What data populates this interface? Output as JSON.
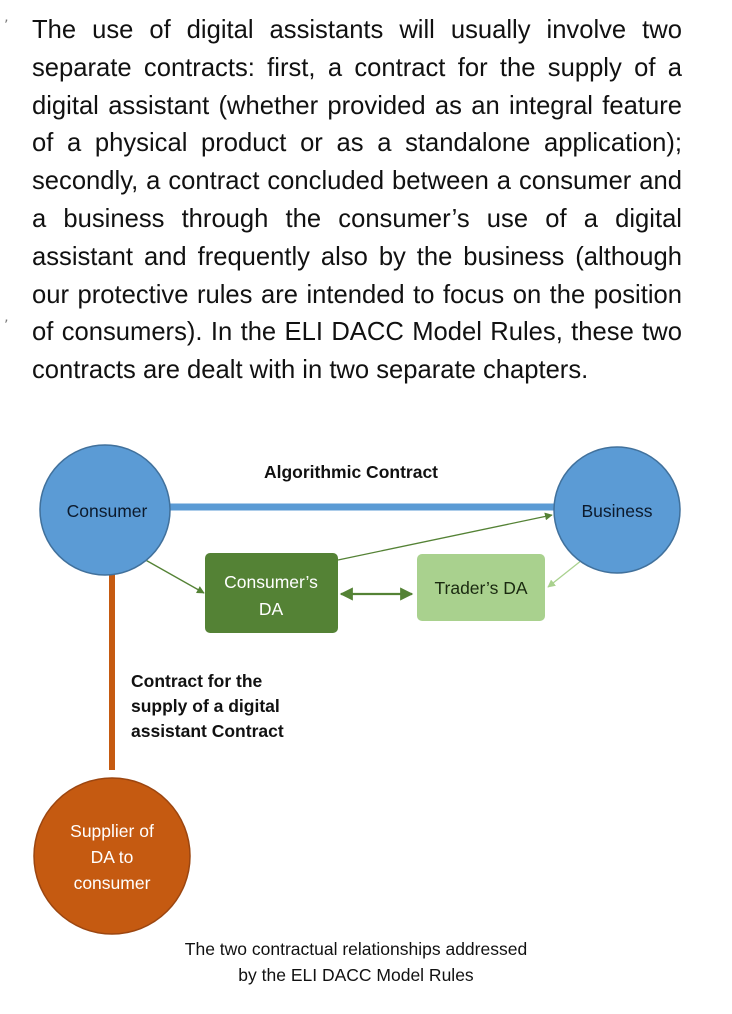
{
  "paragraph": "The use of digital assistants will usually involve two separate contracts: first, a contract for the supply of a digital assistant (whether provided as an integral feature of a physical product or as a standalone application); secondly, a contract concluded between a consumer and a business through the consumer’s use of a digital assistant and frequently also by the business (although our protective rules are intended to focus on the position of consumers). In the ELI DACC Model Rules, these two contracts are dealt with in two separate chapters.",
  "diagram": {
    "nodes": {
      "consumer": "Consumer",
      "business": "Business",
      "consumers_da": [
        "Consumer’s",
        "DA"
      ],
      "traders_da": "Trader’s DA",
      "supplier": [
        "Supplier of",
        "DA to",
        "consumer"
      ]
    },
    "edges": {
      "algorithmic_contract": "Algorithmic Contract",
      "supply_contract": [
        "Contract for the",
        "supply of a digital",
        "assistant Contract"
      ]
    },
    "colors": {
      "blue_fill": "#5B9BD5",
      "blue_stroke": "#41719C",
      "dark_green": "#548235",
      "light_green": "#A9D18E",
      "orange": "#C55A11"
    }
  },
  "caption": [
    "The two contractual relationships addressed",
    "by the ELI DACC Model Rules"
  ]
}
